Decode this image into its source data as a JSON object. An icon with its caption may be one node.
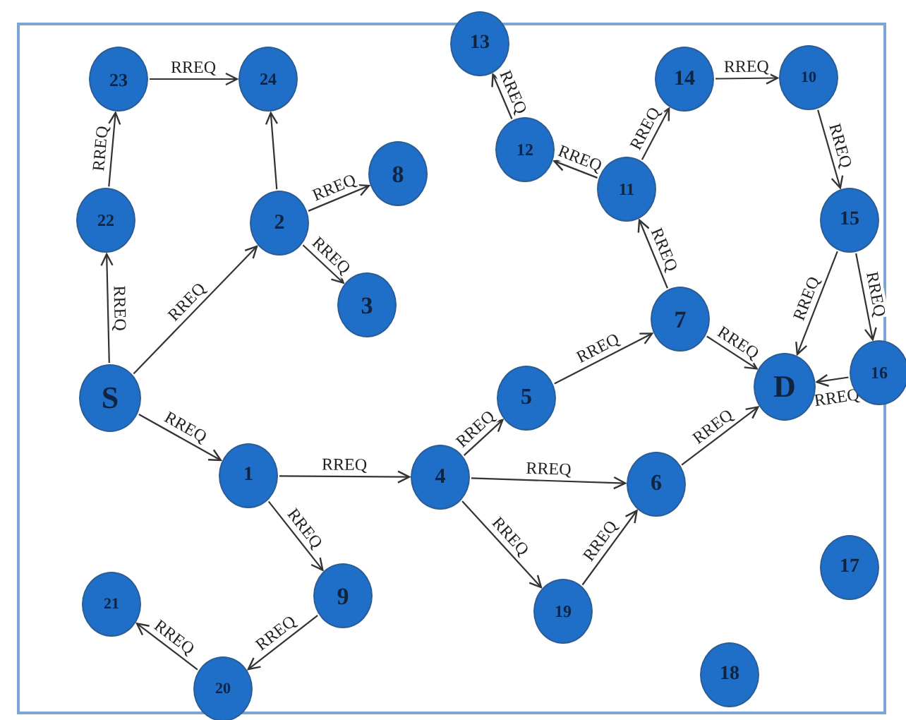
{
  "diagram": {
    "nodes": [
      {
        "text": [
          "S"
        ]
      },
      {
        "text": [
          "22"
        ]
      },
      {
        "text": [
          "23"
        ]
      },
      {
        "text": [
          "24"
        ]
      },
      {
        "text": [
          "2"
        ]
      },
      {
        "text": [
          "8"
        ]
      },
      {
        "text": [
          "3"
        ]
      },
      {
        "text": [
          "1"
        ]
      },
      {
        "text": [
          "4"
        ]
      },
      {
        "text": [
          "9"
        ]
      },
      {
        "text": [
          "20"
        ]
      },
      {
        "text": [
          "21"
        ]
      },
      {
        "text": [
          "13"
        ]
      },
      {
        "text": [
          "12"
        ]
      },
      {
        "text": [
          "11"
        ]
      },
      {
        "text": [
          "14"
        ]
      },
      {
        "text": [
          "10"
        ]
      },
      {
        "text": [
          "15"
        ]
      },
      {
        "text": [
          "7"
        ]
      },
      {
        "text": [
          "5"
        ]
      },
      {
        "text": [
          "6"
        ]
      },
      {
        "text": [
          "19"
        ]
      },
      {
        "text": [
          "D"
        ]
      },
      {
        "text": [
          "16"
        ]
      },
      {
        "text": [
          "17"
        ]
      },
      {
        "text": [
          "18"
        ]
      }
    ],
    "edges": [
      {
        "from": 0,
        "to": 1,
        "arrow": "to",
        "label": "RREQ"
      },
      {
        "from": 1,
        "to": 2,
        "arrow": "to",
        "label": "RREQ"
      },
      {
        "from": 2,
        "to": 3,
        "arrow": "to",
        "label": "RREQ"
      },
      {
        "from": 4,
        "to": 3,
        "arrow": "to"
      },
      {
        "from": 0,
        "to": 4,
        "arrow": "to",
        "label": "RREQ"
      },
      {
        "from": 4,
        "to": 5,
        "arrow": "to",
        "label": "RREQ"
      },
      {
        "from": 4,
        "to": 6,
        "arrow": "to",
        "label": "RREQ"
      },
      {
        "from": 0,
        "to": 7,
        "arrow": "to",
        "label": "RREQ"
      },
      {
        "from": 7,
        "to": 8,
        "arrow": "to",
        "label": "RREQ"
      },
      {
        "from": 7,
        "to": 9,
        "arrow": "to",
        "label": "RREQ"
      },
      {
        "from": 9,
        "to": 10,
        "arrow": "to",
        "label": "RREQ"
      },
      {
        "from": 10,
        "to": 11,
        "arrow": "to",
        "label": "RREQ"
      },
      {
        "from": 8,
        "to": 19,
        "arrow": "to",
        "label": "RREQ"
      },
      {
        "from": 8,
        "to": 20,
        "arrow": "to",
        "label": "RREQ"
      },
      {
        "from": 8,
        "to": 21,
        "arrow": "to",
        "label": "RREQ"
      },
      {
        "from": 21,
        "to": 20,
        "arrow": "to",
        "label": "RREQ"
      },
      {
        "from": 19,
        "to": 18,
        "arrow": "to",
        "label": "RREQ"
      },
      {
        "from": 18,
        "to": 14,
        "arrow": "to",
        "label": "RREQ"
      },
      {
        "from": 18,
        "to": 22,
        "arrow": "to",
        "label": "RREQ"
      },
      {
        "from": 14,
        "to": 13,
        "arrow": "to",
        "label": "RREQ"
      },
      {
        "from": 13,
        "to": 12,
        "arrow": "to",
        "label": "RREQ"
      },
      {
        "from": 14,
        "to": 15,
        "arrow": "to",
        "label": "RREQ"
      },
      {
        "from": 15,
        "to": 16,
        "arrow": "to",
        "label": "RREQ"
      },
      {
        "from": 16,
        "to": 17,
        "arrow": "to",
        "label": "RREQ"
      },
      {
        "from": 17,
        "to": 22,
        "arrow": "to",
        "label": "RREQ"
      },
      {
        "from": 17,
        "to": 23,
        "arrow": "to",
        "label": "RREQ"
      },
      {
        "from": 23,
        "to": 22,
        "arrow": "to",
        "label": "RREQ"
      },
      {
        "from": 20,
        "to": 22,
        "arrow": "to",
        "label": "RREQ"
      }
    ]
  }
}
